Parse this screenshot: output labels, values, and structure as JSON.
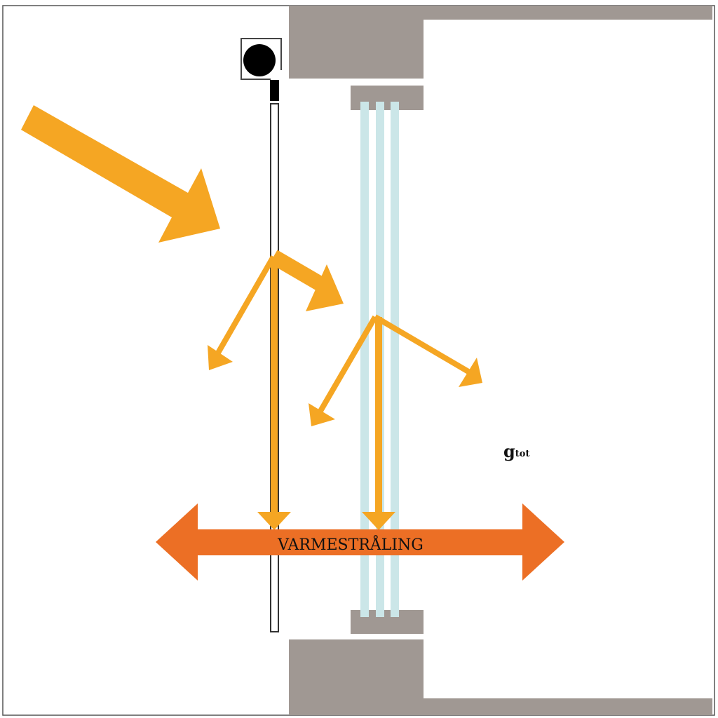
{
  "diagram": {
    "heat_radiation_label": "VARMESTRÅLING",
    "g_total_label": {
      "base": "g",
      "subscript": "tot"
    }
  },
  "colors": {
    "wall": "#a09893",
    "glass": "#cbe6e8",
    "sun_arrow": "#f5a623",
    "heat_arrow": "#ec6f25",
    "blind": "#000000"
  }
}
